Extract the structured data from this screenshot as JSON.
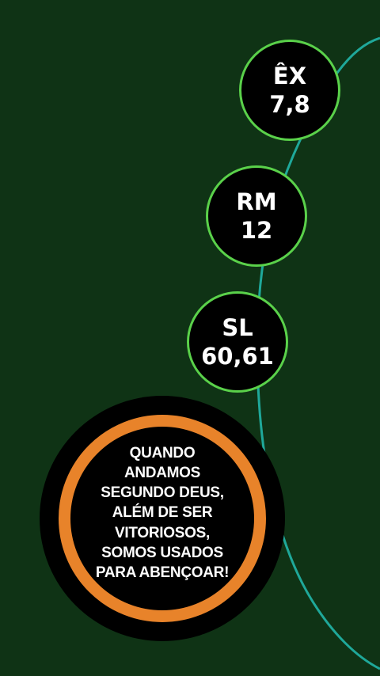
{
  "colors": {
    "background": "#0f3315",
    "arc": "#1fa89a",
    "bubble_border": "#5ad14a",
    "ring": "#e8832a"
  },
  "references": [
    {
      "book": "ÊX",
      "ref": "7,8"
    },
    {
      "book": "RM",
      "ref": "12"
    },
    {
      "book": "SL",
      "ref": "60,61"
    }
  ],
  "message": {
    "lines": [
      "QUANDO",
      "ANDAMOS",
      "SEGUNDO DEUS,",
      "ALÉM DE SER",
      "VITORIOSOS,",
      "SOMOS USADOS",
      "PARA ABENÇOAR!"
    ]
  }
}
